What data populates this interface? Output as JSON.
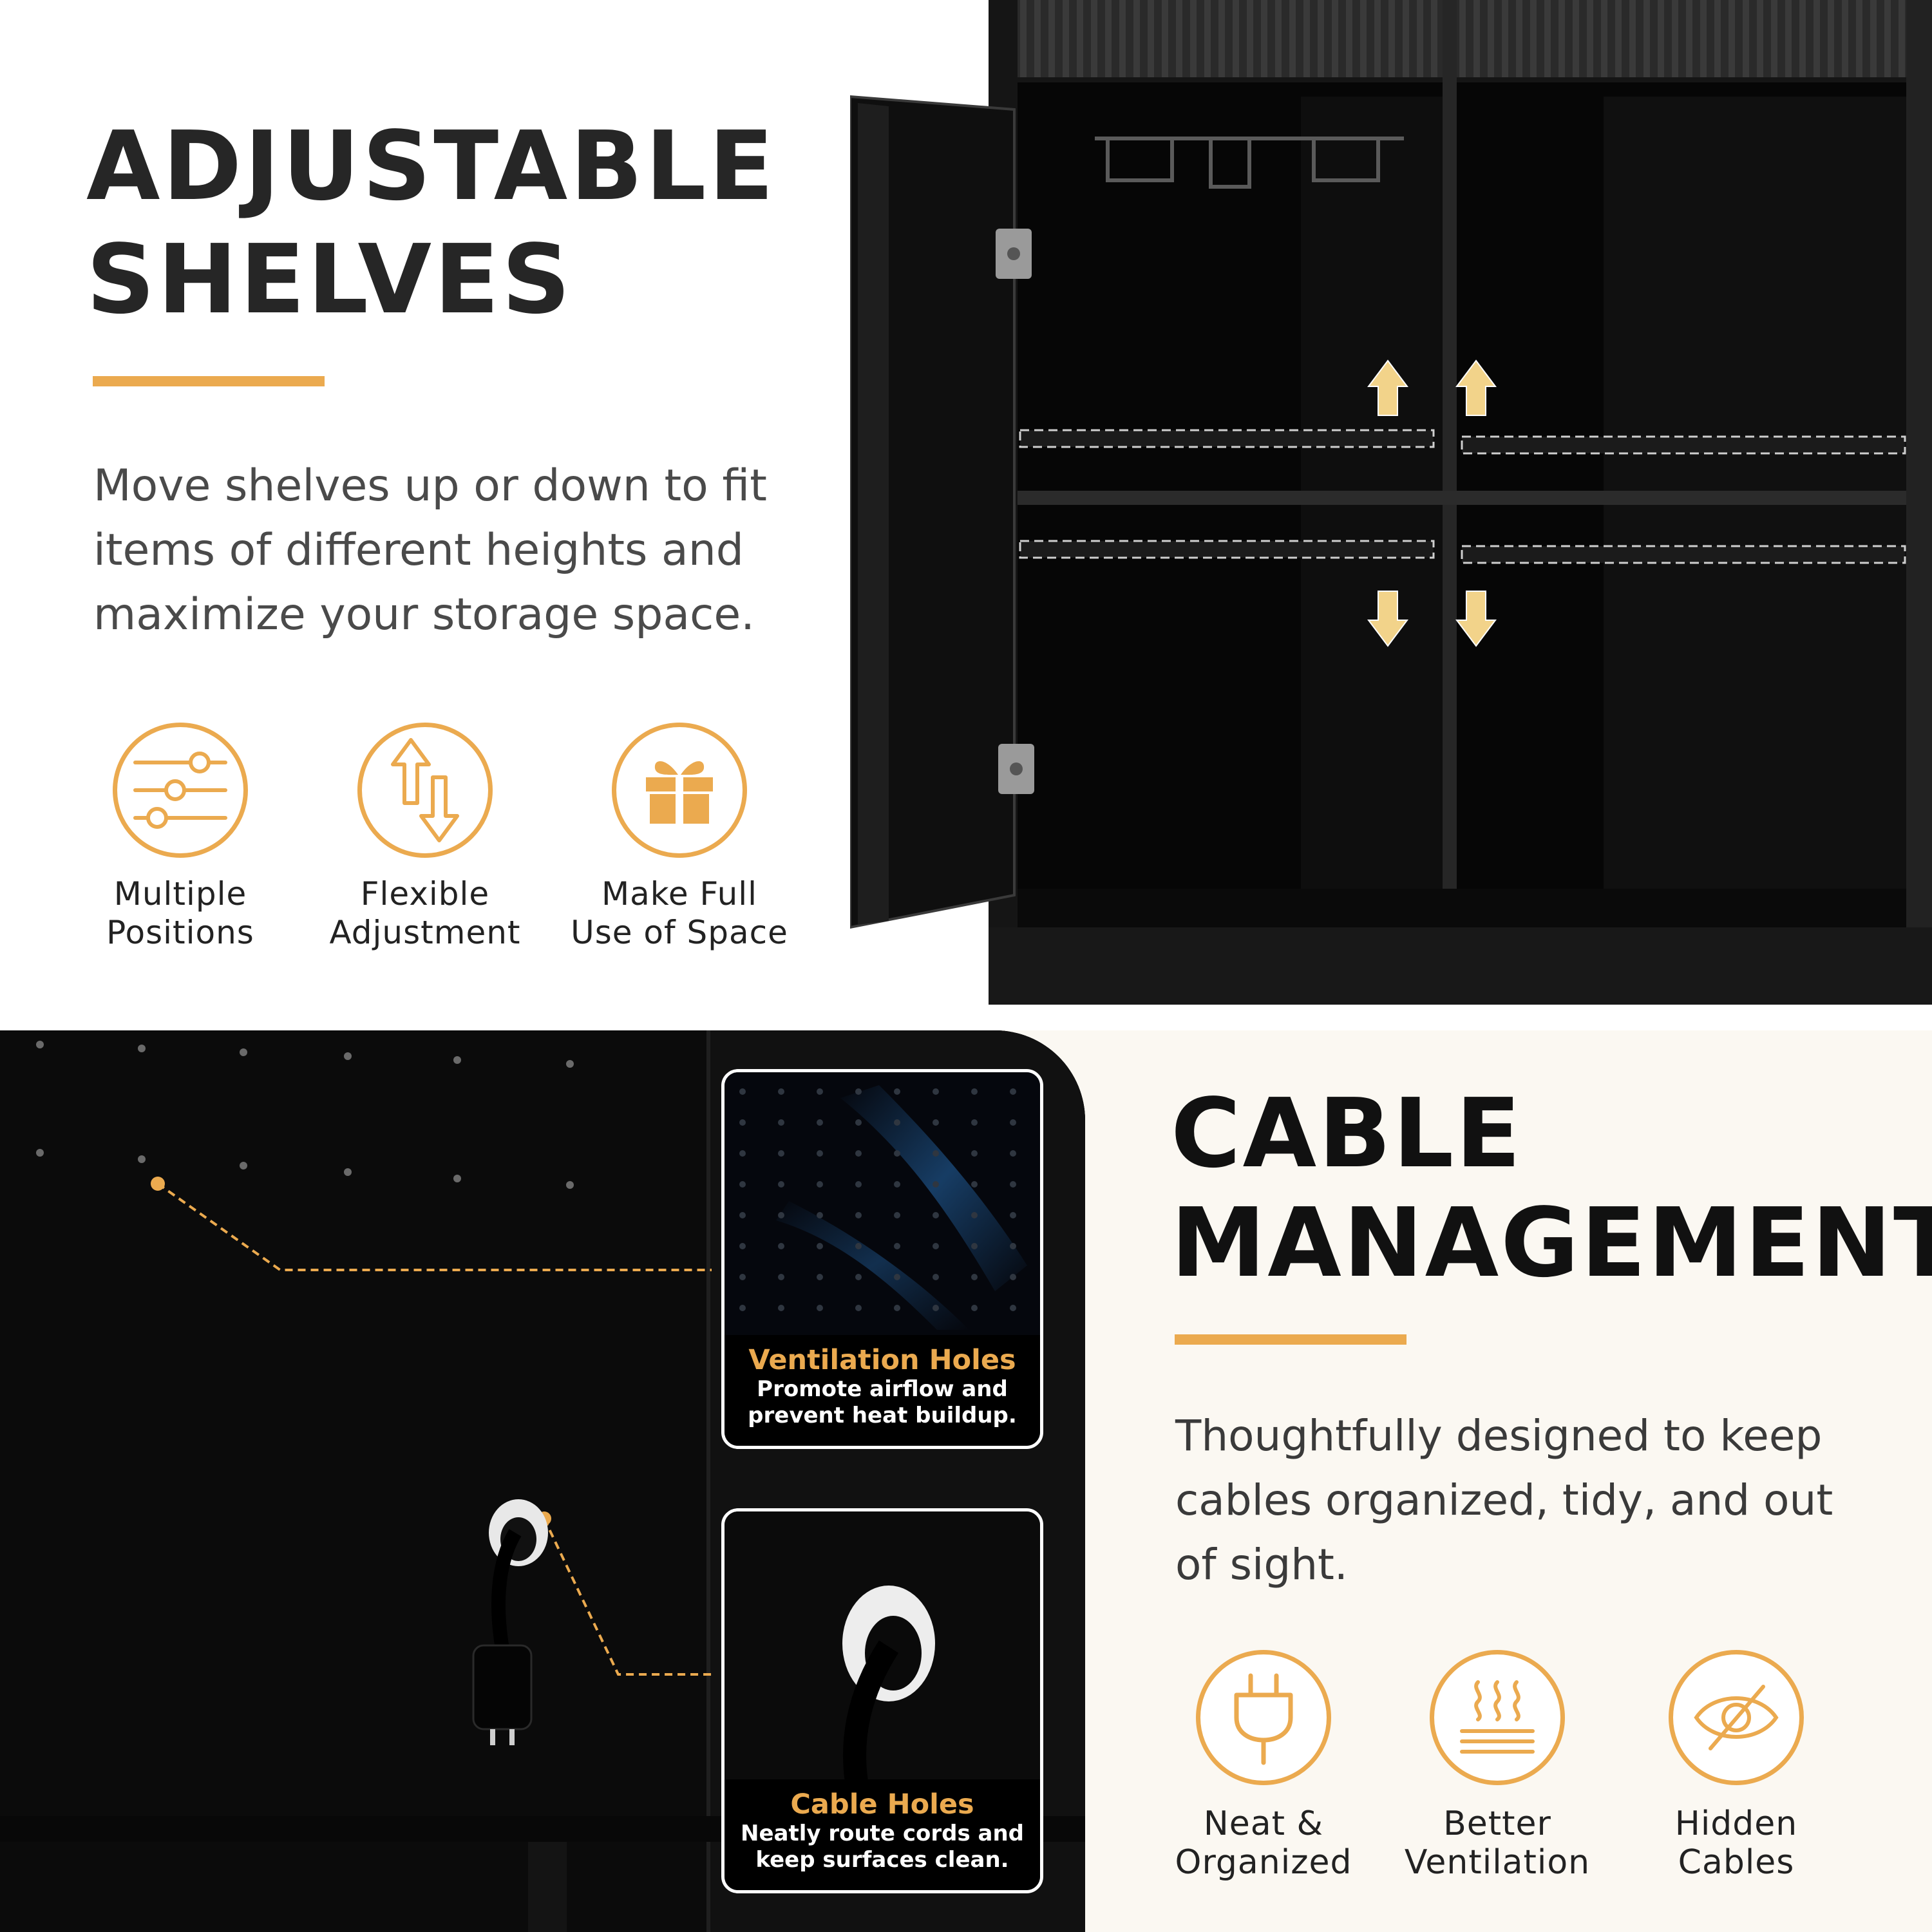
{
  "colors": {
    "accent": "#EBAA4F",
    "cabinet": "#0c0c0c",
    "bottom_background": "#FBF8F2"
  },
  "top": {
    "title_line1": "ADJUSTABLE",
    "title_line2": "SHELVES",
    "description": "Move shelves up or down to fit items of different heights and maximize your storage space.",
    "features": [
      {
        "icon": "sliders-icon",
        "line1": "Multiple",
        "line2": "Positions"
      },
      {
        "icon": "up-down-arrows-icon",
        "line1": "Flexible",
        "line2": "Adjustment"
      },
      {
        "icon": "gift-icon",
        "line1": "Make Full",
        "line2": "Use of Space"
      }
    ]
  },
  "bottom": {
    "title_line1": "CABLE",
    "title_line2": "MANAGEMENT",
    "description": "Thoughtfully designed to keep cables organized, tidy, and out of sight.",
    "features": [
      {
        "icon": "plug-icon",
        "line1": "Neat &",
        "line2": "Organized"
      },
      {
        "icon": "heat-waves-icon",
        "line1": "Better",
        "line2": "Ventilation"
      },
      {
        "icon": "hidden-eye-icon",
        "line1": "Hidden",
        "line2": "Cables"
      }
    ],
    "callouts": [
      {
        "title": "Ventilation Holes",
        "line1": "Promote airflow and",
        "line2": "prevent heat buildup."
      },
      {
        "title": "Cable Holes",
        "line1": "Neatly route cords and",
        "line2": "keep surfaces clean."
      }
    ]
  }
}
